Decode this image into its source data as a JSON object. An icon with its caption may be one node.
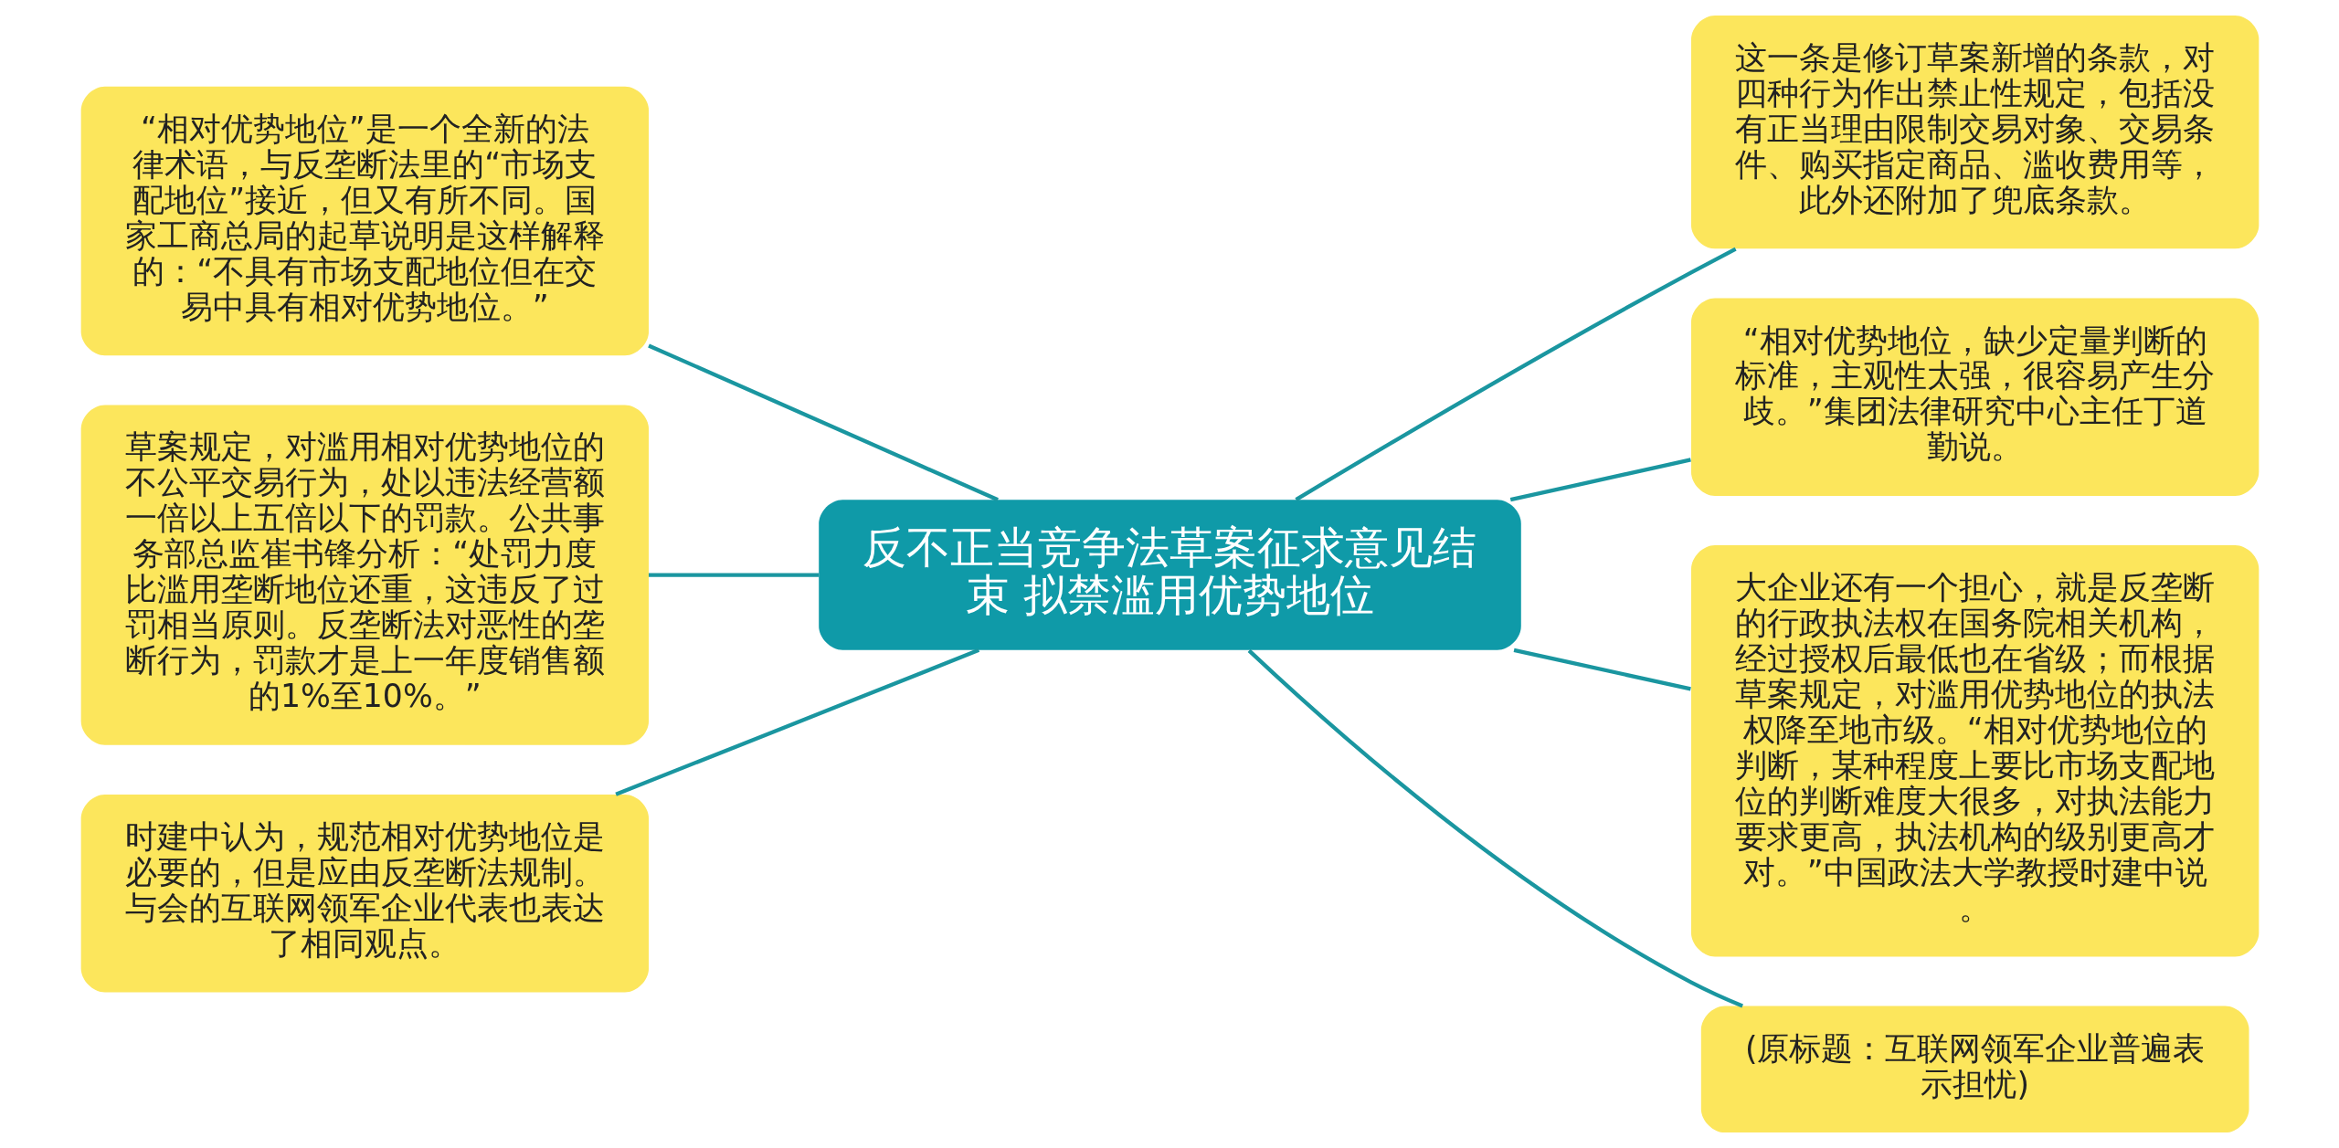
{
  "diagram": {
    "nodes": [
      {
        "text": [
          "反不正当竞争法草案征求意见结束 拟禁滥用优势地位"
        ]
      },
      {
        "text": [
          "“相对优势地位”是一个全新的法律术语，与反垄断法里的“市场支配地位”接近，但又有所不同。国家工商总局的起草说明是这样解释的：“不具有市场支配地位但在交易中具有相对优势地位。”"
        ]
      },
      {
        "text": [
          "草案规定，对滥用相对优势地位的不公平交易行为，处以违法经营额一倍以上五倍以下的罚款。公共事务部总监崔书锋分析：“处罚力度比滥用垄断地位还重，这违反了过罚相当原则。反垄断法对恶性的垄断行为，罚款才是上一年度销售额的1%至10%。”"
        ]
      },
      {
        "text": [
          "时建中认为，规范相对优势地位是必要的，但是应由反垄断法规制。与会的互联网领军企业代表也表达了相同观点。"
        ]
      },
      {
        "text": [
          "这一条是修订草案新增的条款，对四种行为作出禁止性规定，包括没有正当理由限制交易对象、交易条件、购买指定商品、滥收费用等，此外还附加了兜底条款。"
        ]
      },
      {
        "text": [
          "“相对优势地位，缺少定量判断的标准，主观性太强，很容易产生分歧。”集团法律研究中心主任丁道勤说。"
        ]
      },
      {
        "text": [
          "大企业还有一个担心，就是反垄断的行政执法权在国务院相关机构，经过授权后最低也在省级；而根据草案规定，对滥用优势地位的执法权降至地市级。“相对优势地位的判断，某种程度上要比市场支配地位的判断难度大很多，对执法能力要求更高，执法机构的级别更高才对。”中国政法大学教授时建中说。"
        ]
      },
      {
        "text": [
          "(原标题：互联网领军企业普遍表示担忧)"
        ]
      }
    ],
    "edges": [
      {
        "from": 0,
        "to": 1,
        "arrow": "none"
      },
      {
        "from": 0,
        "to": 2,
        "arrow": "none"
      },
      {
        "from": 0,
        "to": 3,
        "arrow": "none"
      },
      {
        "from": 0,
        "to": 4,
        "arrow": "none"
      },
      {
        "from": 0,
        "to": 5,
        "arrow": "none"
      },
      {
        "from": 0,
        "to": 6,
        "arrow": "none"
      },
      {
        "from": 0,
        "to": 7,
        "arrow": "none"
      }
    ]
  }
}
